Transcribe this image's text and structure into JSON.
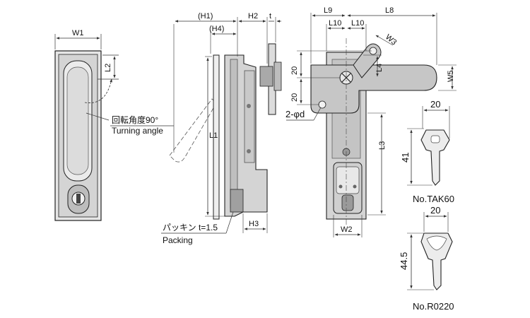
{
  "front_view": {
    "width_label": "W1",
    "l2_label": "L2",
    "angle_jp": "回転角度90°",
    "angle_en": "Turning angle"
  },
  "side_view": {
    "h1_label": "(H1)",
    "h2_label": "H2",
    "t_label": "t",
    "h4_label": "(H4)",
    "l1_label": "L1",
    "h3_label": "H3",
    "packing_jp": "パッキン t=1.5",
    "packing_en": "Packing"
  },
  "rear_view": {
    "l9_label": "L9",
    "l8_label": "L8",
    "l10_left_label": "L10",
    "l10_right_label": "L10",
    "w3_label": "W3",
    "l4_label": "L4",
    "w5_label": "W5",
    "dim_20_top": "20",
    "dim_20_bottom": "20",
    "hole_label": "2-φd",
    "l3_label": "L3",
    "w2_label": "W2"
  },
  "keys": [
    {
      "width": "20",
      "height": "41",
      "model": "No.TAK60"
    },
    {
      "width": "20",
      "height": "44.5",
      "model": "No.R0220"
    }
  ],
  "colors": {
    "line": "#222222",
    "body_fill": "#d4d4d4",
    "panel_fill": "#e6e6e6",
    "dark_fill": "#9a9a9a",
    "dim_line": "#333333"
  }
}
